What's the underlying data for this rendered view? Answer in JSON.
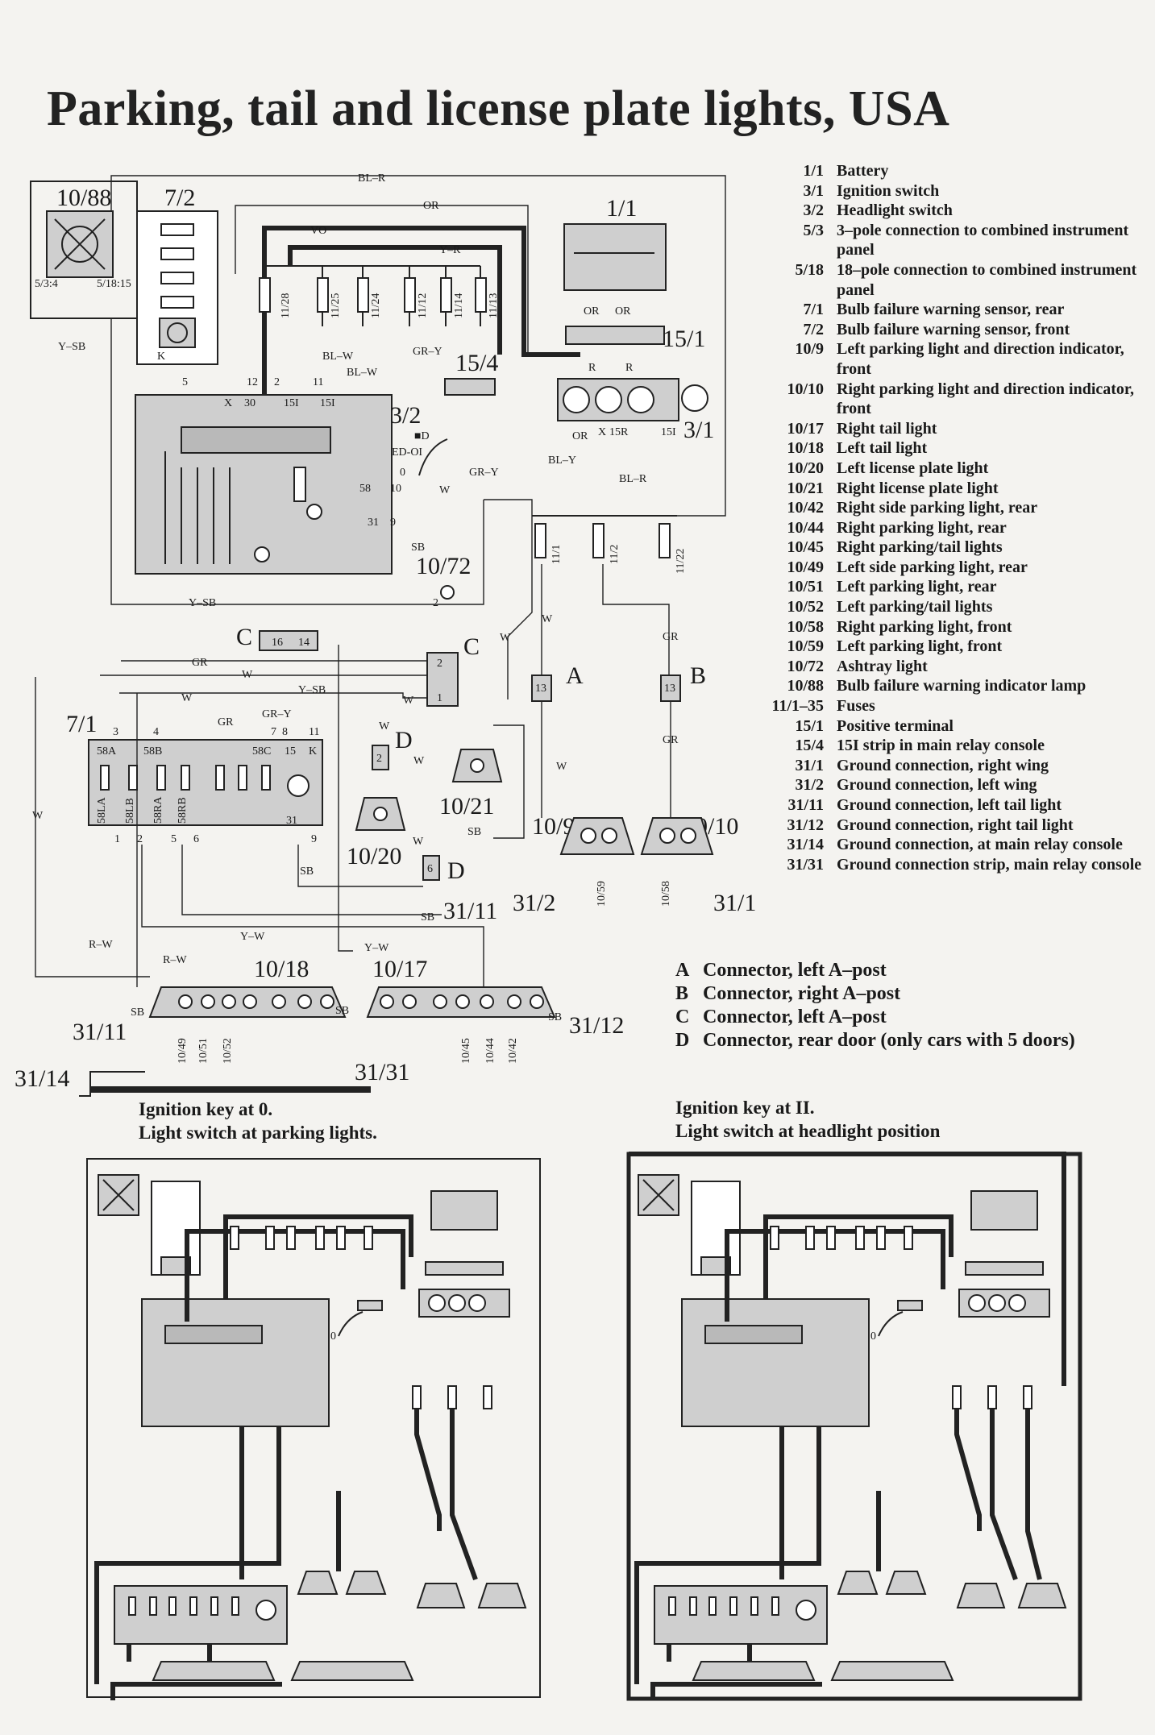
{
  "title": "Parking, tail and license plate lights, USA",
  "legend": [
    {
      "code": "1/1",
      "desc": "Battery"
    },
    {
      "code": "3/1",
      "desc": "Ignition switch"
    },
    {
      "code": "3/2",
      "desc": "Headlight switch"
    },
    {
      "code": "5/3",
      "desc": "3–pole connection to combined instrument panel"
    },
    {
      "code": "5/18",
      "desc": "18–pole connection to combined instrument panel"
    },
    {
      "code": "7/1",
      "desc": "Bulb failure warning sensor, rear"
    },
    {
      "code": "7/2",
      "desc": "Bulb failure warning sensor, front"
    },
    {
      "code": "10/9",
      "desc": "Left parking light and direction indicator, front"
    },
    {
      "code": "10/10",
      "desc": "Right parking light and direction indicator, front"
    },
    {
      "code": "10/17",
      "desc": "Right tail light"
    },
    {
      "code": "10/18",
      "desc": "Left tail light"
    },
    {
      "code": "10/20",
      "desc": "Left license plate light"
    },
    {
      "code": "10/21",
      "desc": "Right license plate light"
    },
    {
      "code": "10/42",
      "desc": "Right side parking light, rear"
    },
    {
      "code": "10/44",
      "desc": "Right parking light, rear"
    },
    {
      "code": "10/45",
      "desc": "Right parking/tail lights"
    },
    {
      "code": "10/49",
      "desc": "Left side parking light, rear"
    },
    {
      "code": "10/51",
      "desc": "Left parking light, rear"
    },
    {
      "code": "10/52",
      "desc": "Left parking/tail lights"
    },
    {
      "code": "10/58",
      "desc": "Right parking light, front"
    },
    {
      "code": "10/59",
      "desc": "Left parking light, front"
    },
    {
      "code": "10/72",
      "desc": "Ashtray light"
    },
    {
      "code": "10/88",
      "desc": "Bulb failure warning indicator lamp"
    },
    {
      "code": "11/1–35",
      "desc": "Fuses"
    },
    {
      "code": "15/1",
      "desc": "Positive terminal"
    },
    {
      "code": "15/4",
      "desc": "15I strip in main relay console"
    },
    {
      "code": "31/1",
      "desc": "Ground connection, right wing"
    },
    {
      "code": "31/2",
      "desc": "Ground connection, left wing"
    },
    {
      "code": "31/11",
      "desc": "Ground connection, left tail light"
    },
    {
      "code": "31/12",
      "desc": "Ground connection, right tail light"
    },
    {
      "code": "31/14",
      "desc": "Ground connection, at main relay console"
    },
    {
      "code": "31/31",
      "desc": "Ground connection strip, main relay console"
    }
  ],
  "connectors": [
    {
      "letter": "A",
      "desc": "Connector, left A–post"
    },
    {
      "letter": "B",
      "desc": "Connector, right A–post"
    },
    {
      "letter": "C",
      "desc": "Connector, left A–post"
    },
    {
      "letter": "D",
      "desc": "Connector, rear door (only cars with 5 doors)"
    }
  ],
  "captions": {
    "left_line1": "Ignition key at 0.",
    "left_line2": "Light switch at parking lights.",
    "right_line1": "Ignition key at II.",
    "right_line2": "Light switch at headlight position"
  },
  "diagram": {
    "components": {
      "c10_88": "10/88",
      "c7_2": "7/2",
      "c1_1": "1/1",
      "c15_1": "15/1",
      "c3_2": "3/2",
      "c3_1": "3/1",
      "c15_4": "15/4",
      "c10_72": "10/72",
      "c7_1": "7/1",
      "c10_21": "10/21",
      "c10_20": "10/20",
      "c10_9": "10/9",
      "c10_10": "10/10",
      "c10_18": "10/18",
      "c10_17": "10/17",
      "g31_2": "31/2",
      "g31_1": "31/1",
      "g31_11a": "31/11",
      "g31_11b": "31/11",
      "g31_12": "31/12",
      "g31_14": "31/14",
      "g31_31": "31/31",
      "A": "A",
      "B": "B",
      "C1": "C",
      "C2": "C",
      "D1": "D",
      "D2": "D"
    },
    "fuses": [
      "11/28",
      "11/25",
      "11/24",
      "11/12",
      "11/14",
      "11/13",
      "11/1",
      "11/2",
      "11/22"
    ],
    "lamp_codes": [
      "10/49",
      "10/51",
      "10/52",
      "10/45",
      "10/44",
      "10/42",
      "10/59",
      "10/58"
    ],
    "wire_colors": {
      "bl_r": "BL–R",
      "or": "OR",
      "vo": "VO",
      "y_r": "Y–R",
      "y_sb": "Y–SB",
      "bl_w": "BL–W",
      "gr_y": "GR–Y",
      "bl_y": "BL–Y",
      "w": "W",
      "sb": "SB",
      "gr": "GR",
      "r_w": "R–W",
      "y_w": "Y–W",
      "r": "R"
    },
    "pins": {
      "p5": "5",
      "p12": "12",
      "p2": "2",
      "p11": "11",
      "x": "X",
      "p30": "30",
      "p15I": "15I",
      "p58": "58",
      "p10": "10",
      "p31": "31",
      "p9": "9",
      "p3": "3",
      "p4": "4",
      "p7": "7",
      "p8": "8",
      "p1": "1",
      "p6": "6",
      "k": "K",
      "p15": "15",
      "p15R": "15R",
      "p58A": "58A",
      "p58B": "58B",
      "p58C": "58C",
      "p58LA": "58LA",
      "p58LB": "58LB",
      "p58RA": "58RA",
      "p58RB": "58RB",
      "p16": "16",
      "p14": "14",
      "p13": "13",
      "p5_3_4": "5/3:4",
      "p5_18_15": "5/18:15",
      "sw0": "0",
      "sw_d": "■D",
      "sw_ed": "ED-OI"
    }
  },
  "colors": {
    "background": "#f4f3f0",
    "ink": "#1a1a1a",
    "shading": "#cfcfcf"
  }
}
